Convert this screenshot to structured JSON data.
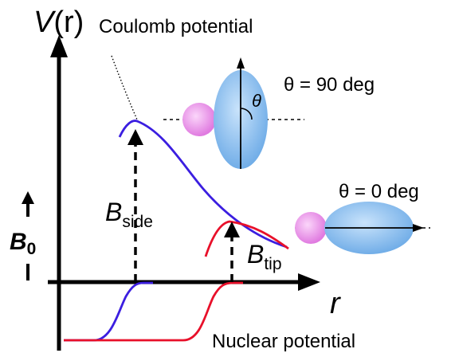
{
  "labels": {
    "y_axis_V": "V",
    "y_axis_r": "(r)",
    "x_axis": "r",
    "coulomb": "Coulomb potential",
    "nuclear": "Nuclear potential",
    "theta_90": "θ = 90 deg",
    "theta_0": "θ = 0 deg",
    "theta_symbol": "θ",
    "b_side_main": "B",
    "b_side_sub": "side",
    "b_tip_main": "B",
    "b_tip_sub": "tip",
    "b0_main": "B",
    "b0_sub": "0"
  },
  "colors": {
    "axis": "#000000",
    "side_curve": "#3b1ee0",
    "tip_curve": "#e8102a",
    "nucleus_small": "#f2a0f0",
    "nucleus_deformed": "#8fc3ee"
  }
}
